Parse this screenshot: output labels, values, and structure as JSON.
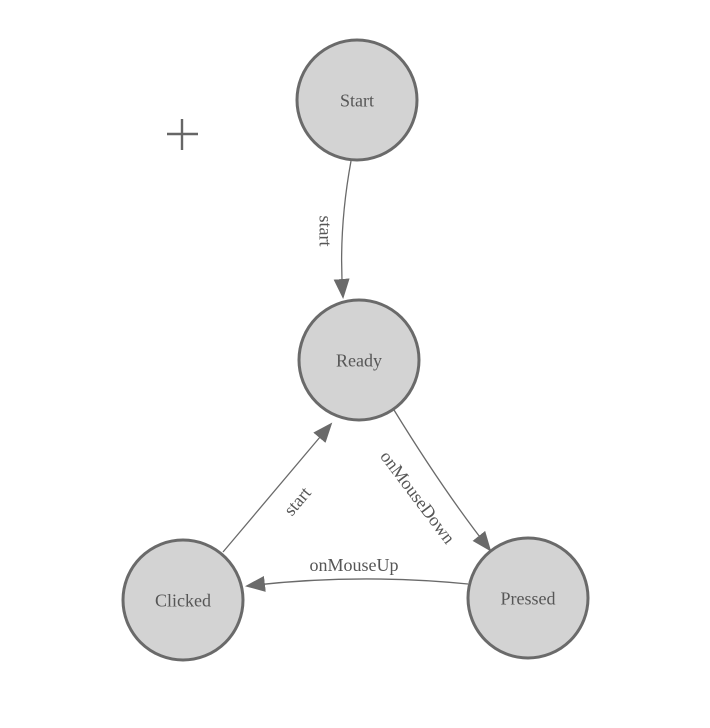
{
  "diagram": {
    "type": "state-machine-graph",
    "nodes": [
      {
        "id": "start",
        "label": "Start"
      },
      {
        "id": "ready",
        "label": "Ready"
      },
      {
        "id": "clicked",
        "label": "Clicked"
      },
      {
        "id": "pressed",
        "label": "Pressed"
      }
    ],
    "edges": [
      {
        "from": "start",
        "to": "ready",
        "label": "start"
      },
      {
        "from": "ready",
        "to": "pressed",
        "label": "onMouseDown"
      },
      {
        "from": "pressed",
        "to": "clicked",
        "label": "onMouseUp"
      },
      {
        "from": "clicked",
        "to": "ready",
        "label": "start"
      }
    ],
    "colors": {
      "background": "#ffffff",
      "node_fill": "#d3d3d3",
      "node_stroke": "#6a6a6a",
      "edge_stroke": "#6a6a6a",
      "arrowhead": "#6a6a6a",
      "label_text": "#565656",
      "crosshair": "#666666"
    },
    "cursor_icon": "plus-crosshair"
  }
}
